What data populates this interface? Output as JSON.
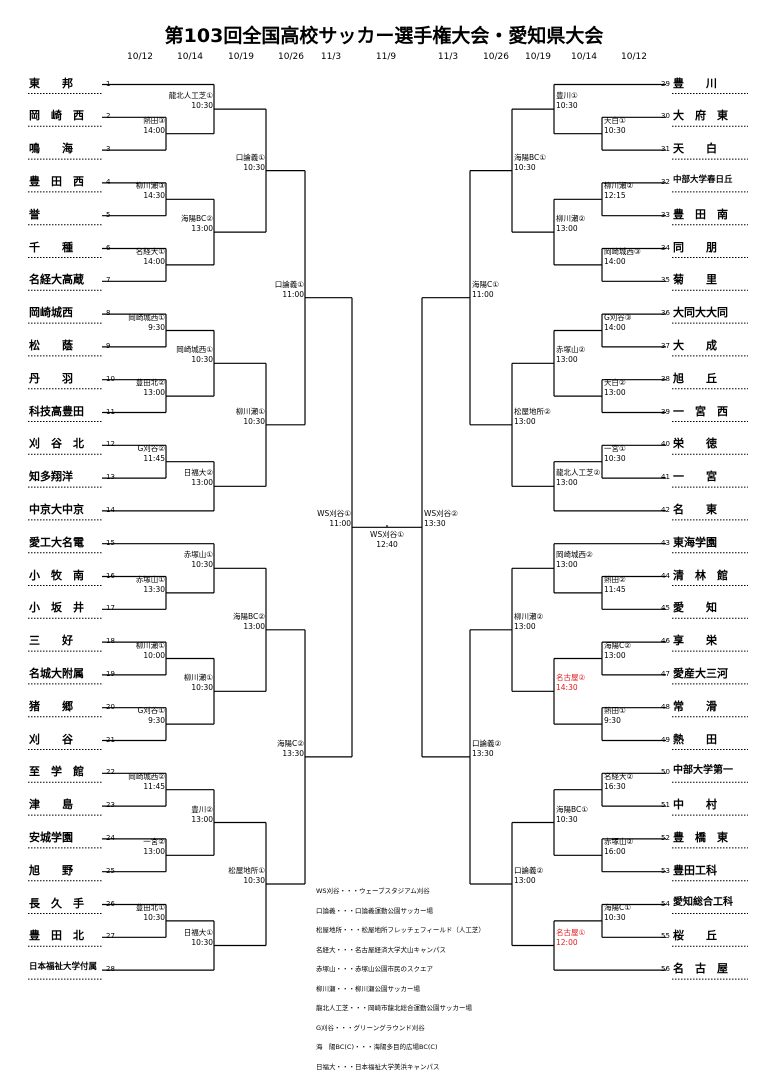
{
  "title": "第103回全国高校サッカー選手権大会・愛知県大会",
  "dates_left": [
    "10/12",
    "10/14",
    "10/19",
    "10/26",
    "11/3"
  ],
  "date_center": "11/9",
  "dates_right": [
    "11/3",
    "10/26",
    "10/19",
    "10/14",
    "10/12"
  ],
  "left_teams": [
    {
      "num": "1",
      "name": "東　　邦"
    },
    {
      "num": "2",
      "name": "岡　崎　西"
    },
    {
      "num": "3",
      "name": "鳴　　海"
    },
    {
      "num": "4",
      "name": "豊　田　西"
    },
    {
      "num": "5",
      "name": "誉"
    },
    {
      "num": "6",
      "name": "千　　種"
    },
    {
      "num": "7",
      "name": "名経大高蔵"
    },
    {
      "num": "8",
      "name": "岡崎城西"
    },
    {
      "num": "9",
      "name": "松　　蔭"
    },
    {
      "num": "10",
      "name": "丹　　羽"
    },
    {
      "num": "11",
      "name": "科技高豊田"
    },
    {
      "num": "12",
      "name": "刈　谷　北"
    },
    {
      "num": "13",
      "name": "知多翔洋"
    },
    {
      "num": "14",
      "name": "中京大中京"
    },
    {
      "num": "15",
      "name": "愛工大名電"
    },
    {
      "num": "16",
      "name": "小　牧　南"
    },
    {
      "num": "17",
      "name": "小　坂　井"
    },
    {
      "num": "18",
      "name": "三　　好"
    },
    {
      "num": "19",
      "name": "名城大附属"
    },
    {
      "num": "20",
      "name": "猪　　郷"
    },
    {
      "num": "21",
      "name": "刈　　谷"
    },
    {
      "num": "22",
      "name": "至　学　館"
    },
    {
      "num": "23",
      "name": "津　　島"
    },
    {
      "num": "24",
      "name": "安城学園"
    },
    {
      "num": "25",
      "name": "旭　　野"
    },
    {
      "num": "26",
      "name": "長　久　手"
    },
    {
      "num": "27",
      "name": "豊　田　北"
    },
    {
      "num": "28",
      "name": "日本福祉大学付属"
    }
  ],
  "right_teams": [
    {
      "num": "29",
      "name": "豊　　川"
    },
    {
      "num": "30",
      "name": "大　府　東"
    },
    {
      "num": "31",
      "name": "天　　白"
    },
    {
      "num": "32",
      "name": "中部大学春日丘"
    },
    {
      "num": "33",
      "name": "豊　田　南"
    },
    {
      "num": "34",
      "name": "同　　朋"
    },
    {
      "num": "35",
      "name": "菊　　里"
    },
    {
      "num": "36",
      "name": "大同大大同"
    },
    {
      "num": "37",
      "name": "大　　成"
    },
    {
      "num": "38",
      "name": "旭　　丘"
    },
    {
      "num": "39",
      "name": "一　宮　西"
    },
    {
      "num": "40",
      "name": "栄　　徳"
    },
    {
      "num": "41",
      "name": "一　　宮"
    },
    {
      "num": "42",
      "name": "名　　東"
    },
    {
      "num": "43",
      "name": "東海学園"
    },
    {
      "num": "44",
      "name": "清　林　館"
    },
    {
      "num": "45",
      "name": "愛　　知"
    },
    {
      "num": "46",
      "name": "享　　栄"
    },
    {
      "num": "47",
      "name": "愛産大三河"
    },
    {
      "num": "48",
      "name": "常　　滑"
    },
    {
      "num": "49",
      "name": "熱　　田"
    },
    {
      "num": "50",
      "name": "中部大学第一"
    },
    {
      "num": "51",
      "name": "中　　村"
    },
    {
      "num": "52",
      "name": "豊　橋　東"
    },
    {
      "num": "53",
      "name": "豊田工科"
    },
    {
      "num": "54",
      "name": "愛知総合工科"
    },
    {
      "num": "55",
      "name": "桜　　丘"
    },
    {
      "num": "56",
      "name": "名　古　屋"
    }
  ],
  "venues": {
    "l_r1_a": {
      "place": "龍北人工芝①",
      "time": "10:30"
    },
    "l_r1_b": {
      "place": "熱田③",
      "time": "14:00"
    },
    "l_r1_c": {
      "place": "柳川瀬③",
      "time": "14:30"
    },
    "l_r1_d": {
      "place": "名経大①",
      "time": "14:00"
    },
    "l_r1_e": {
      "place": "岡崎城西①",
      "time": "9:30"
    },
    "l_r1_f": {
      "place": "豊田北②",
      "time": "13:00"
    },
    "l_r1_g": {
      "place": "G刈谷②",
      "time": "11:45"
    },
    "l_r1_h": {
      "place": "赤塚山①",
      "time": "13:30"
    },
    "l_r1_i": {
      "place": "柳川瀬①",
      "time": "10:00"
    },
    "l_r1_j": {
      "place": "G刈谷①",
      "time": "9:30"
    },
    "l_r1_k": {
      "place": "岡崎城西②",
      "time": "11:45"
    },
    "l_r1_l": {
      "place": "一宮②",
      "time": "13:00"
    },
    "l_r1_m": {
      "place": "豊田北①",
      "time": "10:30"
    },
    "l_r2_a": {
      "place": "海陽BC②",
      "time": "13:00"
    },
    "l_r2_b": {
      "place": "岡崎城西①",
      "time": "10:30"
    },
    "l_r2_c": {
      "place": "日福大②",
      "time": "13:00"
    },
    "l_r2_d": {
      "place": "赤塚山①",
      "time": "10:30"
    },
    "l_r2_e": {
      "place": "柳川瀬①",
      "time": "10:30"
    },
    "l_r2_f": {
      "place": "豊川②",
      "time": "13:00"
    },
    "l_r2_g": {
      "place": "日福大①",
      "time": "10:30"
    },
    "l_r3_a": {
      "place": "口論義①",
      "time": "10:30"
    },
    "l_r3_b": {
      "place": "柳川瀬①",
      "time": "10:30"
    },
    "l_r3_c": {
      "place": "海陽BC②",
      "time": "13:00"
    },
    "l_r3_d": {
      "place": "松屋地所①",
      "time": "10:30"
    },
    "l_qf_a": {
      "place": "口論義①",
      "time": "11:00"
    },
    "l_qf_b": {
      "place": "海陽C②",
      "time": "13:30"
    },
    "l_sf": {
      "place": "WS刈谷①",
      "time": "11:00"
    },
    "final": {
      "place": "WS刈谷①",
      "time": "12:40"
    },
    "r_sf": {
      "place": "WS刈谷②",
      "time": "13:30"
    },
    "r_qf_a": {
      "place": "海陽C①",
      "time": "11:00"
    },
    "r_qf_b": {
      "place": "口論義②",
      "time": "13:30"
    },
    "r_r3_a": {
      "place": "海陽BC①",
      "time": "10:30"
    },
    "r_r3_b": {
      "place": "松屋地所②",
      "time": "13:00"
    },
    "r_r3_c": {
      "place": "柳川瀬②",
      "time": "13:00"
    },
    "r_r3_d": {
      "place": "口論義②",
      "time": "13:00"
    },
    "r_r2_a": {
      "place": "豊川①",
      "time": "10:30"
    },
    "r_r2_b": {
      "place": "柳川瀬②",
      "time": "13:00"
    },
    "r_r2_c": {
      "place": "赤塚山②",
      "time": "13:00"
    },
    "r_r2_d": {
      "place": "龍北人工芝②",
      "time": "13:00"
    },
    "r_r2_e": {
      "place": "岡崎城西②",
      "time": "13:00"
    },
    "r_r2_f": {
      "place": "名古屋②",
      "time": "14:30"
    },
    "r_r2_g": {
      "place": "海陽BC①",
      "time": "10:30"
    },
    "r_r2_h": {
      "place": "名古屋①",
      "time": "12:00"
    },
    "r_r1_a": {
      "place": "天白①",
      "time": "10:30"
    },
    "r_r1_b": {
      "place": "柳川瀬②",
      "time": "12:15"
    },
    "r_r1_c": {
      "place": "岡崎城西③",
      "time": "14:00"
    },
    "r_r1_d": {
      "place": "G刈谷③",
      "time": "14:00"
    },
    "r_r1_e": {
      "place": "天白②",
      "time": "13:00"
    },
    "r_r1_f": {
      "place": "一宮①",
      "time": "10:30"
    },
    "r_r1_g": {
      "place": "熱田②",
      "time": "11:45"
    },
    "r_r1_h": {
      "place": "海陽C②",
      "time": "13:00"
    },
    "r_r1_i": {
      "place": "熱田①",
      "time": "9:30"
    },
    "r_r1_j": {
      "place": "名経大②",
      "time": "16:30"
    },
    "r_r1_k": {
      "place": "赤塚山②",
      "time": "16:00"
    },
    "r_r1_l": {
      "place": "海陽C①",
      "time": "10:30"
    }
  },
  "highlight_color": "#e41a1a",
  "legend": [
    "WS刈谷・・・ウェーブスタジアム刈谷",
    "口論義・・・口論義運動公園サッカー場",
    "松屋地所・・・松屋地所フレッチェフィールド（人工芝）",
    "名経大・・・名古屋経済大学犬山キャンパス",
    "赤塚山・・・赤塚山公園市民のスクエア",
    "柳川瀬・・・柳川瀬公園サッカー場",
    "龍北人工芝・・・岡崎市龍北総合運動公園サッカー場",
    "G刈谷・・・グリーングラウンド刈谷",
    "海　陽BC(C)・・・海陽多目的広場BC(C)",
    "日福大・・・日本福祉大学美浜キャンパス"
  ]
}
